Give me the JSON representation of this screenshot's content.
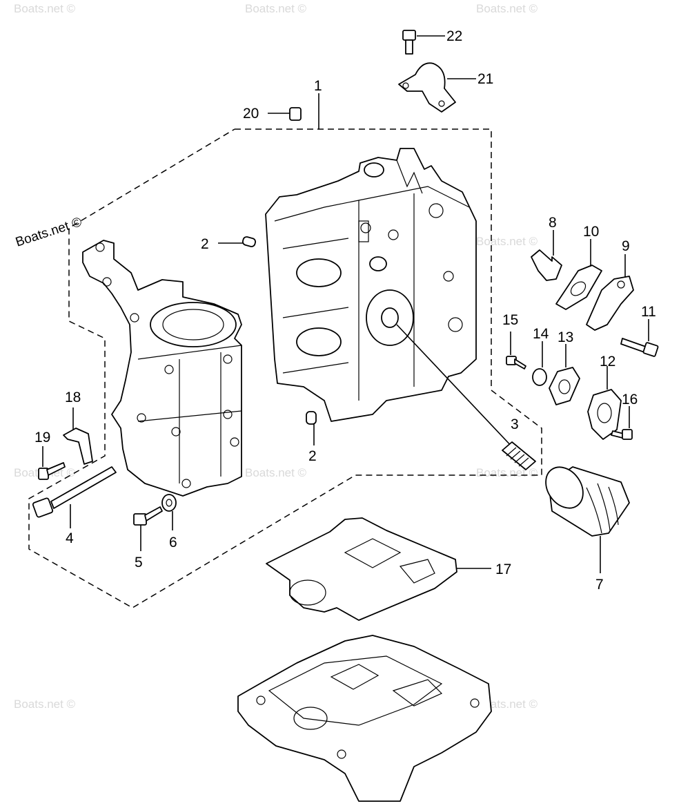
{
  "watermark": "Boats.net ©",
  "callouts": {
    "n1": "1",
    "n2a": "2",
    "n2b": "2",
    "n3": "3",
    "n4": "4",
    "n5": "5",
    "n6": "6",
    "n7": "7",
    "n8": "8",
    "n9": "9",
    "n10": "10",
    "n11": "11",
    "n12": "12",
    "n13": "13",
    "n14": "14",
    "n15": "15",
    "n16": "16",
    "n17": "17",
    "n18": "18",
    "n19": "19",
    "n20": "20",
    "n21": "21",
    "n22": "22"
  },
  "colors": {
    "line": "#000000",
    "background": "#ffffff",
    "watermark": "#d9d9d9"
  }
}
